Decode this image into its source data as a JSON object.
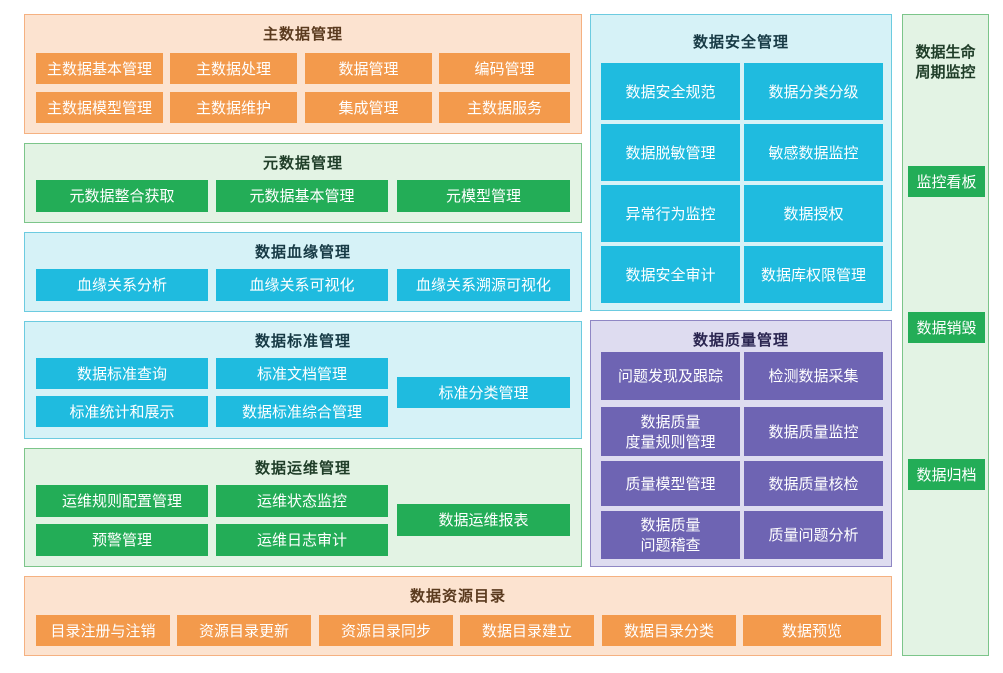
{
  "master_data": {
    "title": "主数据管理",
    "items": [
      "主数据基本管理",
      "主数据处理",
      "数据管理",
      "编码管理",
      "主数据模型管理",
      "主数据维护",
      "集成管理",
      "主数据服务"
    ]
  },
  "metadata": {
    "title": "元数据管理",
    "items": [
      "元数据整合获取",
      "元数据基本管理",
      "元模型管理"
    ]
  },
  "lineage": {
    "title": "数据血缘管理",
    "items": [
      "血缘关系分析",
      "血缘关系可视化",
      "血缘关系溯源可视化"
    ]
  },
  "standards": {
    "title": "数据标准管理",
    "items": [
      "数据标准查询",
      "标准文档管理",
      "标准统计和展示",
      "数据标准综合管理",
      "标准分类管理"
    ]
  },
  "ops": {
    "title": "数据运维管理",
    "items": [
      "运维规则配置管理",
      "运维状态监控",
      "预警管理",
      "运维日志审计",
      "数据运维报表"
    ]
  },
  "security": {
    "title": "数据安全管理",
    "items": [
      "数据安全规范",
      "数据分类分级",
      "数据脱敏管理",
      "敏感数据监控",
      "异常行为监控",
      "数据授权",
      "数据安全审计",
      "数据库权限管理"
    ]
  },
  "quality": {
    "title": "数据质量管理",
    "items": [
      "问题发现及跟踪",
      "检测数据采集",
      "数据质量\n度量规则管理",
      "数据质量监控",
      "质量模型管理",
      "数据质量核检",
      "数据质量\n问题稽查",
      "质量问题分析"
    ]
  },
  "catalog": {
    "title": "数据资源目录",
    "items": [
      "目录注册与注销",
      "资源目录更新",
      "资源目录同步",
      "数据目录建立",
      "数据目录分类",
      "数据预览"
    ]
  },
  "lifecycle": {
    "title": "数据生命\n周期监控",
    "items": [
      "监控看板",
      "数据销毁",
      "数据归档"
    ]
  },
  "colors": {
    "orange": "#f39a4c",
    "green": "#23ad57",
    "cyan": "#1fbbdf",
    "purple": "#6e64b3"
  }
}
